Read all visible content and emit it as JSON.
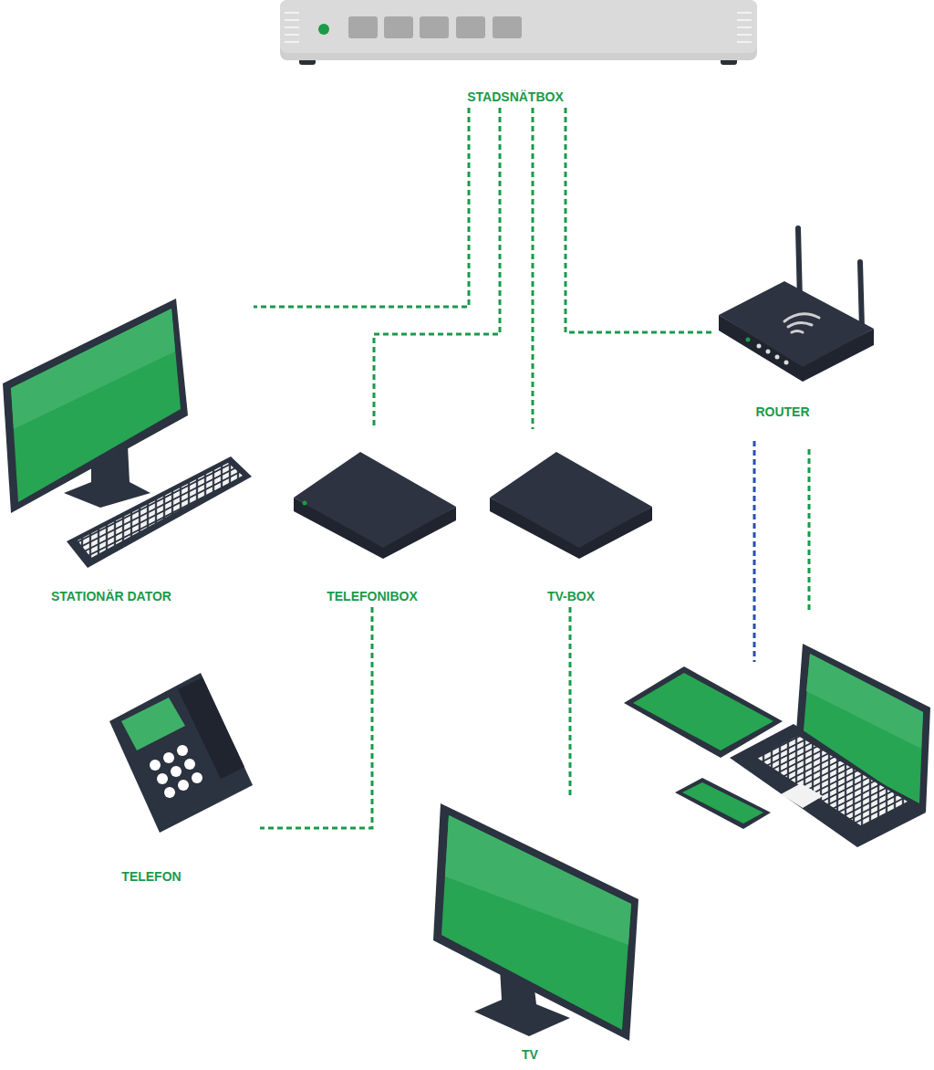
{
  "diagram": {
    "nodes": [
      {
        "text": [
          "STADSNÄTBOX"
        ]
      },
      {
        "text": [
          "ROUTER"
        ]
      },
      {
        "text": [
          "STATIONÄR DATOR"
        ]
      },
      {
        "text": [
          "TELEFONIBOX"
        ]
      },
      {
        "text": [
          "TV-BOX"
        ]
      },
      {
        "text": [
          "TELEFON"
        ]
      },
      {
        "text": [
          "TV"
        ]
      }
    ],
    "edges": [
      {
        "from": 0,
        "to": 2,
        "arrow": "none"
      },
      {
        "from": 0,
        "to": 3,
        "arrow": "none"
      },
      {
        "from": 0,
        "to": 4,
        "arrow": "none"
      },
      {
        "from": 0,
        "to": 1,
        "arrow": "none"
      },
      {
        "from": 3,
        "to": 5,
        "arrow": "none"
      },
      {
        "from": 4,
        "to": 6,
        "arrow": "none"
      }
    ]
  }
}
